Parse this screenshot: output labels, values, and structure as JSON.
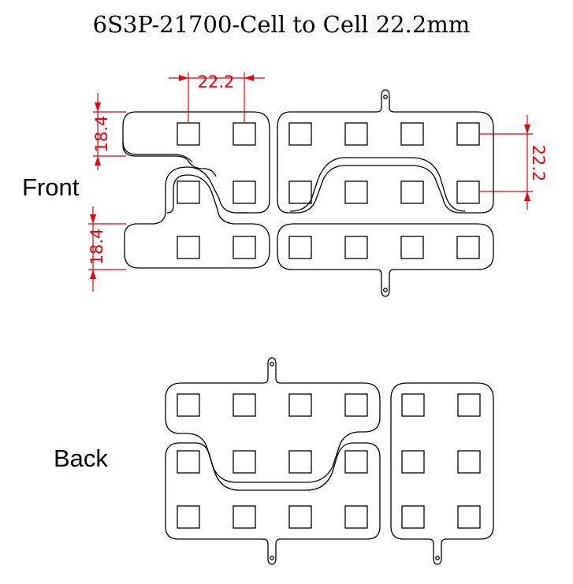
{
  "title": "6S3P-21700-Cell to Cell 22.2mm",
  "labels": {
    "front": "Front",
    "back": "Back"
  },
  "dimensions": {
    "top_pitch": "22.2",
    "left_upper": "18.4",
    "left_lower": "18.4",
    "right_pitch": "22.2"
  },
  "colors": {
    "outline": "#000000",
    "dimension": "#e8000b",
    "background": "#ffffff"
  }
}
